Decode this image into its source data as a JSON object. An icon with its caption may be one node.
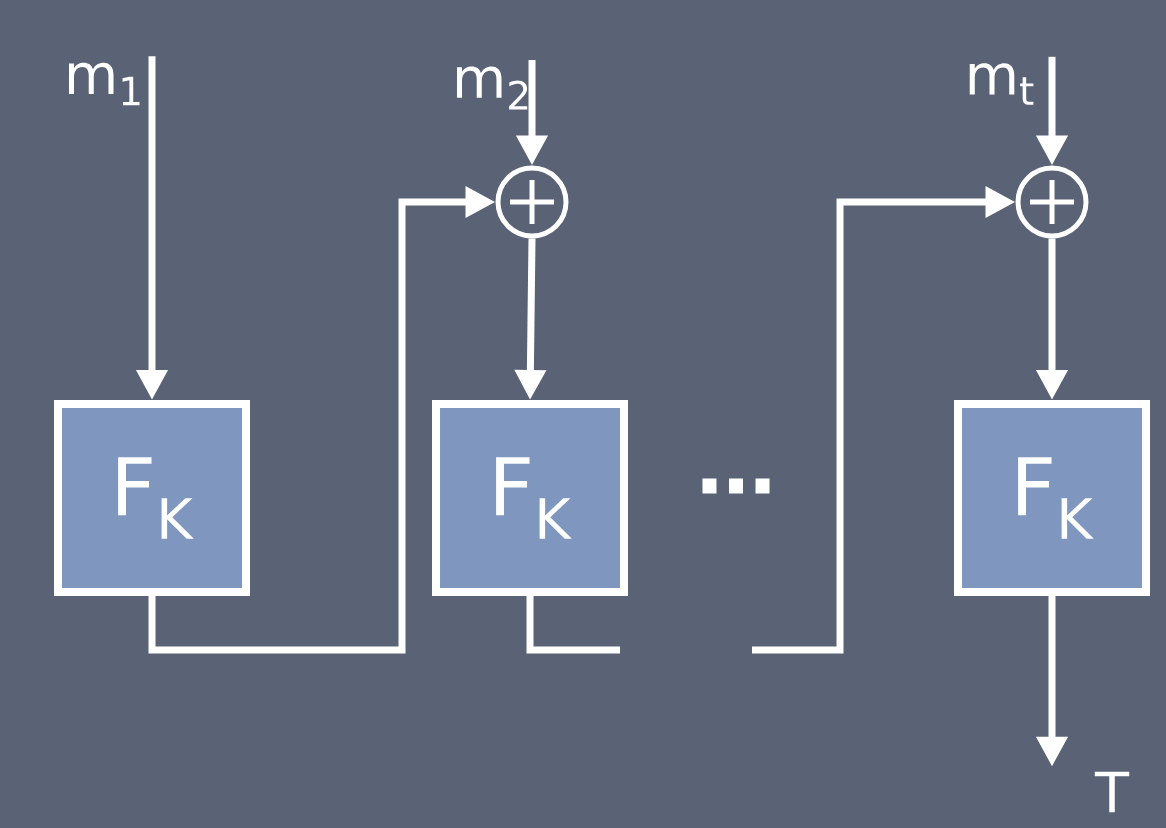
{
  "diagram": {
    "nodes": [
      {
        "text": [
          "m$_{1}$"
        ]
      },
      {
        "text": [
          "m$_{2}$"
        ]
      },
      {
        "text": [
          "m$_{t}$"
        ]
      },
      {
        "text": [],
        "shape": "circle"
      },
      {
        "text": [],
        "shape": "circle"
      },
      {
        "text": [
          "F$_{K}$"
        ]
      },
      {
        "text": [
          "F$_{K}$"
        ]
      },
      {
        "text": [
          "F$_{K}$"
        ]
      },
      {
        "text": [
          "T"
        ]
      }
    ],
    "edges": [
      {
        "from": 0,
        "to": 5,
        "arrow": "to"
      },
      {
        "from": 1,
        "to": 3,
        "arrow": "to"
      },
      {
        "from": 5,
        "to": 3,
        "arrow": "to"
      },
      {
        "from": 3,
        "to": 6,
        "arrow": "to"
      },
      {
        "from": 6,
        "to": null,
        "arrow": "none"
      },
      {
        "from": null,
        "to": 4,
        "arrow": "to"
      },
      {
        "from": 2,
        "to": 4,
        "arrow": "to"
      },
      {
        "from": 4,
        "to": 7,
        "arrow": "to"
      },
      {
        "from": 7,
        "to": 8,
        "arrow": "to"
      }
    ],
    "labels": [
      "…"
    ]
  }
}
